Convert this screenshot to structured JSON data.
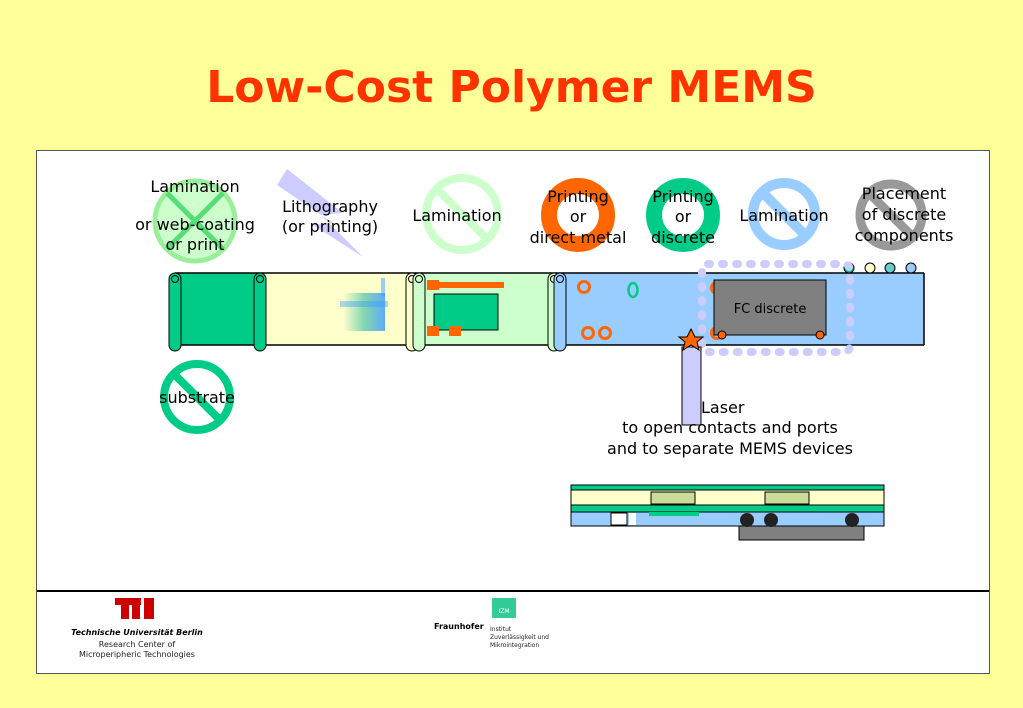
{
  "title": "Low-Cost Polymer MEMS",
  "steps": {
    "lamination_print": [
      "Lamination",
      "or web-coating",
      "or print"
    ],
    "lithography": [
      "Lithography",
      "(or printing)"
    ],
    "lamination_2": "Lamination",
    "printing_metal": [
      "Printing",
      "or",
      "direct metal"
    ],
    "printing_discrete": [
      "Printing",
      "or",
      "discrete"
    ],
    "lamination_3": "Lamination",
    "placement": [
      "Placement",
      "of discrete",
      "components"
    ],
    "substrate": "substrate",
    "fc_discrete": "FC discrete",
    "laser": [
      "Laser",
      "to open contacts and ports",
      "and to separate MEMS devices"
    ]
  },
  "footer": {
    "tu_name": "Technische Universität Berlin",
    "tu_sub1": "Research Center of",
    "tu_sub2": "Microperipheric Technologies",
    "fraunhofer": "Fraunhofer",
    "izm_line1": "Institut",
    "izm_line2": "Zuverlässigkeit und",
    "izm_line3": "Mikrointegration",
    "izm_logo_text": "IZM"
  },
  "colors": {
    "title": "#ff3300",
    "green": "#00cc88",
    "orange": "#ff6600",
    "light_blue": "#99ccff",
    "light_yellow": "#ffffcc",
    "lavender": "#ccccff",
    "background": "#ffff99"
  }
}
